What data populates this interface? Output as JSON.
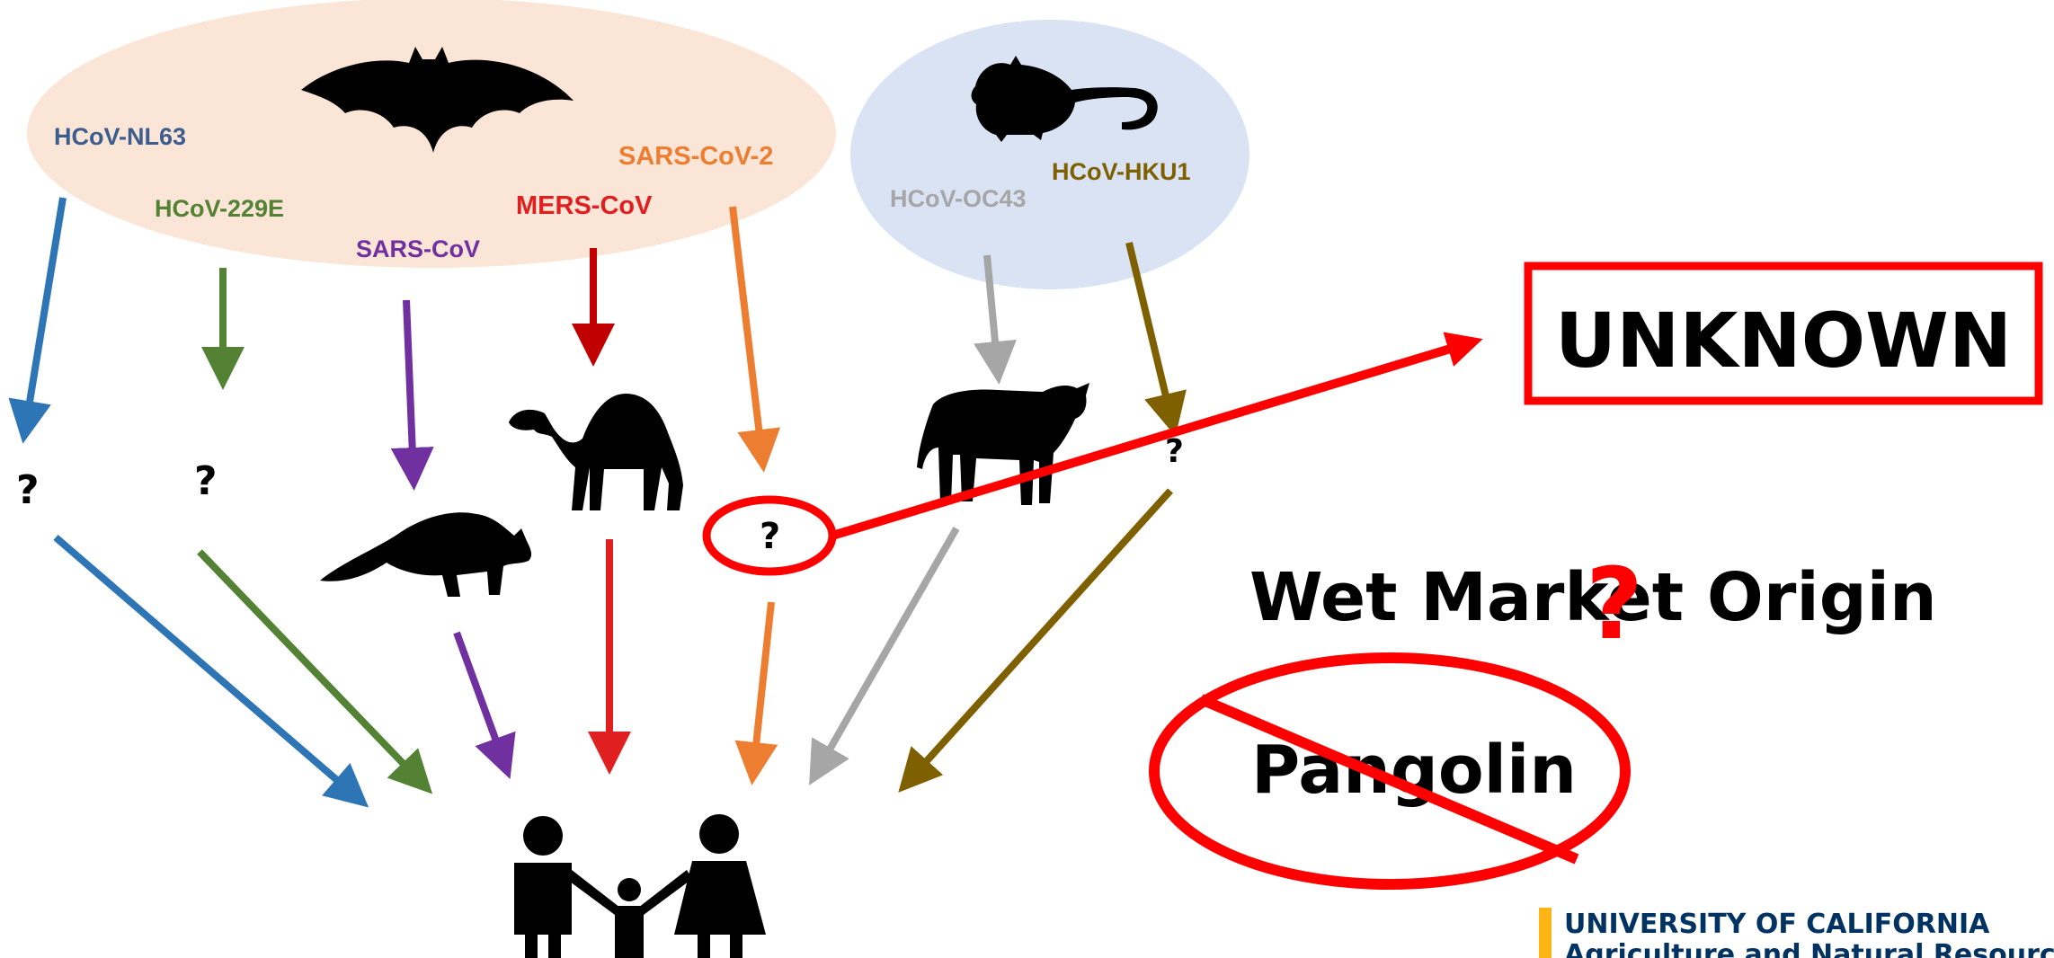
{
  "virus_labels": {
    "nl63": "HCoV-NL63",
    "e229": "HCoV-229E",
    "sars": "SARS-CoV",
    "mers": "MERS-CoV",
    "sars2": "SARS-CoV-2",
    "oc43": "HCoV-OC43",
    "hku1": "HCoV-HKU1"
  },
  "unknown_marks": {
    "nl63": "?",
    "e229": "?",
    "sars2": "?",
    "hku1": "?"
  },
  "callouts": {
    "unknown": "UNKNOWN",
    "wet_market": "Wet Market Origin",
    "wet_market_mark": "?",
    "pangolin": "Pangolin"
  },
  "logo": {
    "line1": "UNIVERSITY OF CALIFORNIA",
    "line2": "Agriculture and Natural Resources"
  },
  "icons": [
    "bat-icon",
    "possum-icon",
    "camel-icon",
    "raccoon-icon",
    "cow-icon",
    "human-family-icon"
  ],
  "colors": {
    "bat_reservoir": "#fbe5d6",
    "rodent_reservoir": "#dae3f3",
    "nl63": "#2e75b6",
    "e229": "#548235",
    "sars": "#7030a0",
    "mers": "#c00000",
    "sars2": "#ed7d31",
    "oc43": "#a6a6a6",
    "hku1": "#7f6000",
    "highlight": "#ff0000",
    "logo_bar": "#fdb515",
    "logo_text": "#003262"
  }
}
